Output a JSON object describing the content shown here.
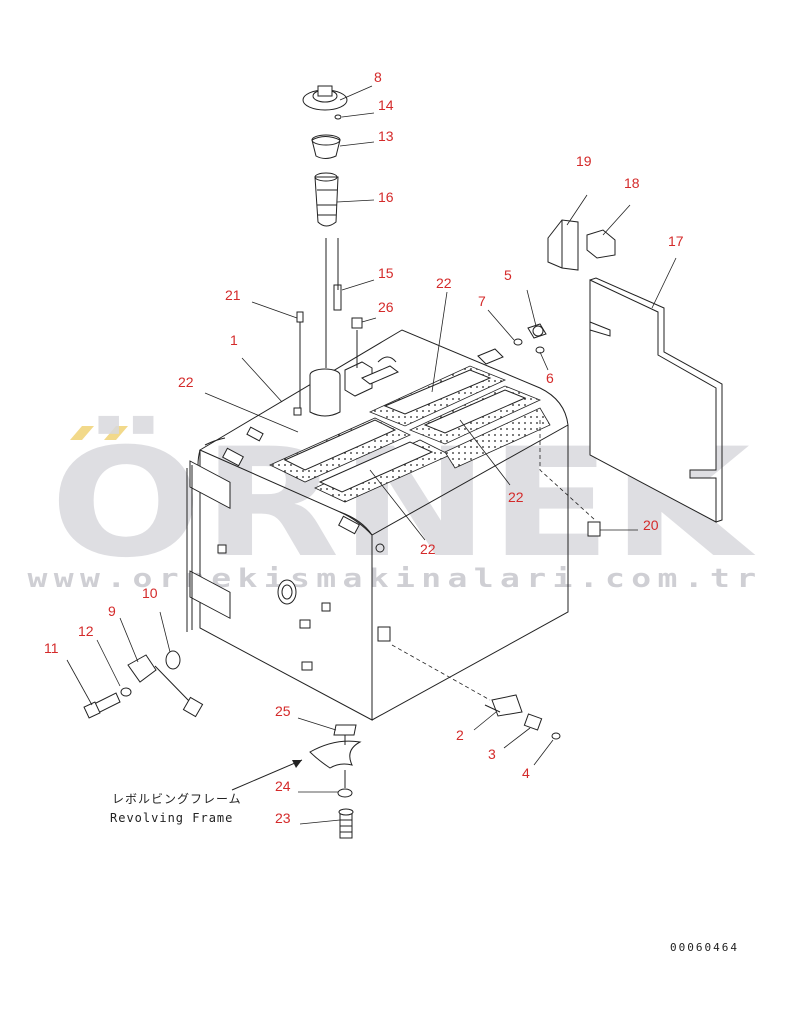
{
  "watermark": {
    "text": "ÖRNEK",
    "url": "www.ornekismakinalari.com.tr"
  },
  "callouts": [
    {
      "id": "c8",
      "label": "8"
    },
    {
      "id": "c14",
      "label": "14"
    },
    {
      "id": "c13",
      "label": "13"
    },
    {
      "id": "c16",
      "label": "16"
    },
    {
      "id": "c15",
      "label": "15"
    },
    {
      "id": "c21",
      "label": "21"
    },
    {
      "id": "c26",
      "label": "26"
    },
    {
      "id": "c1",
      "label": "1"
    },
    {
      "id": "c22a",
      "label": "22"
    },
    {
      "id": "c22b",
      "label": "22"
    },
    {
      "id": "c22c",
      "label": "22"
    },
    {
      "id": "c22d",
      "label": "22"
    },
    {
      "id": "c7",
      "label": "7"
    },
    {
      "id": "c5",
      "label": "5"
    },
    {
      "id": "c6",
      "label": "6"
    },
    {
      "id": "c19",
      "label": "19"
    },
    {
      "id": "c18",
      "label": "18"
    },
    {
      "id": "c17",
      "label": "17"
    },
    {
      "id": "c20",
      "label": "20"
    },
    {
      "id": "c9",
      "label": "9"
    },
    {
      "id": "c10",
      "label": "10"
    },
    {
      "id": "c11",
      "label": "11"
    },
    {
      "id": "c12",
      "label": "12"
    },
    {
      "id": "c25",
      "label": "25"
    },
    {
      "id": "c2",
      "label": "2"
    },
    {
      "id": "c3",
      "label": "3"
    },
    {
      "id": "c4",
      "label": "4"
    },
    {
      "id": "c24",
      "label": "24"
    },
    {
      "id": "c23",
      "label": "23"
    }
  ],
  "annotation": {
    "japanese": "レボルビングフレーム",
    "english": "Revolving Frame"
  },
  "drawing_code": "00060464",
  "colors": {
    "callout": "#d42a2a",
    "line": "#222222",
    "watermark": "#d9d9dd",
    "watermark_accent": "#f2d98a"
  }
}
